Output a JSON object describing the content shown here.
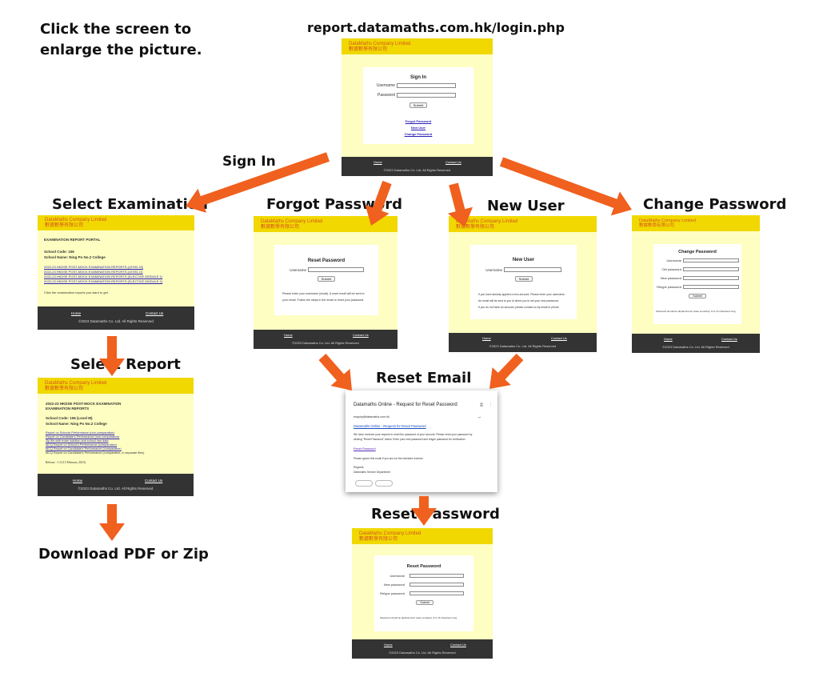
{
  "instruction": {
    "line1": "Click the screen to",
    "line2": "enlarge the picture."
  },
  "url_title": "report.datamaths.com.hk/login.php",
  "labels": {
    "sign_in": "Sign In",
    "select_exam": "Select Examination",
    "forgot": "Forgot Password",
    "new_user": "New User",
    "change": "Change Password",
    "select_report": "Select Report",
    "reset_email": "Reset Email",
    "reset_password": "Reset Password",
    "download": "Download PDF or Zip"
  },
  "brand": {
    "en": "DataMaths Company Limited",
    "zh": "數據數學有限公司"
  },
  "footer": {
    "home": "Home",
    "contact": "Contact Us",
    "copyright": "©2023 Datamaths Co. Ltd.     All Rights Reserved"
  },
  "login": {
    "title": "Sign In",
    "username": "Username",
    "password": "Password",
    "submit": "Submit",
    "forgot_link": "Forgot Password",
    "new_link": "New User",
    "change_link": "Change Password"
  },
  "exam": {
    "portal": "EXAMINATION REPORT PORTAL",
    "school_code": "School Code: 106",
    "school_name": "School Name: Ning Po No.2 College",
    "links": [
      "2022-23 HKDSE POST-MOCK EXAMINATION REPORTS (LEVEL M)",
      "2022-23 HKDSE POST-MOCK EXAMINATION REPORTS (LEVEL D)",
      "2022-23 HKDSE POST-MOCK EXAMINATION REPORTS (ELECTIVE MODULE 1)",
      "2022-23 HKDSE POST-MOCK EXAMINATION REPORTS (ELECTIVE MODULE 2)"
    ],
    "hint": "Click the examination reports you want to get."
  },
  "forgot": {
    "title": "Reset Password",
    "username": "Username",
    "submit": "Submit",
    "note1": "Please enter your username (email). A reset email will be sent to",
    "note2": "your email. Follow the steps in the email to reset your password."
  },
  "newuser": {
    "title": "New User",
    "username": "Username",
    "submit": "Submit",
    "note1": "If you have already applied a new account. Please enter your username.",
    "note2": "An email will be sent to you to direct you to set your new password.",
    "note3": "If you do not have an account, please contact us by email or phone."
  },
  "change": {
    "title": "Change Password",
    "username": "Username",
    "old": "Old password",
    "new": "New password",
    "retype": "Retype password",
    "submit": "Submit",
    "note": "Password should be alphanumeric (case sensitive), 8 to 16 characters long."
  },
  "report": {
    "title1": "2022-23 HKDSE POST-MOCK EXAMINATION",
    "title2": "EXAMINATION REPORTS",
    "school_code": "School Code: 106 (Level M)",
    "school_name": "School Name: Ning Po No.2 College",
    "links": [
      "Report on Schools Performance (non-comparative)",
      "Report on Candidate's Performance (non-comparative)",
      "Zip file with exam solution and school raw data",
      "MCQ Report on School's Performance (comparative)",
      "MCQ Report on Candidate's Performance (comparative)"
    ],
    "plain": "MCQ Report on Candidate's Performance (comparative, in separate files)",
    "release": "Release : 1.0 (13 February 2023)"
  },
  "email": {
    "subject": "Datamaths Online - Request for Reset Password",
    "from": "enquiry@datamaths.com.hk",
    "heading": "Datamaths Online - Request for Reset Password",
    "body1": "We have received your request to reset the password of your account. Please reset your password by",
    "body2": "clicking \"Reset Password\" below. Enter your new password and retype password for verification.",
    "link": "Reset Password",
    "ignore": "Please ignore this email if you are not the intended receiver.",
    "regards": "Regards",
    "dept": "Datamaths Service Department"
  },
  "resetpw": {
    "title": "Reset Password",
    "username": "Username",
    "new": "New password",
    "retype": "Retype password",
    "submit": "Submit",
    "note": "Password should be alphanumeric (case sensitive), 8 to 16 characters long."
  },
  "arrow_color": "#f0601e"
}
